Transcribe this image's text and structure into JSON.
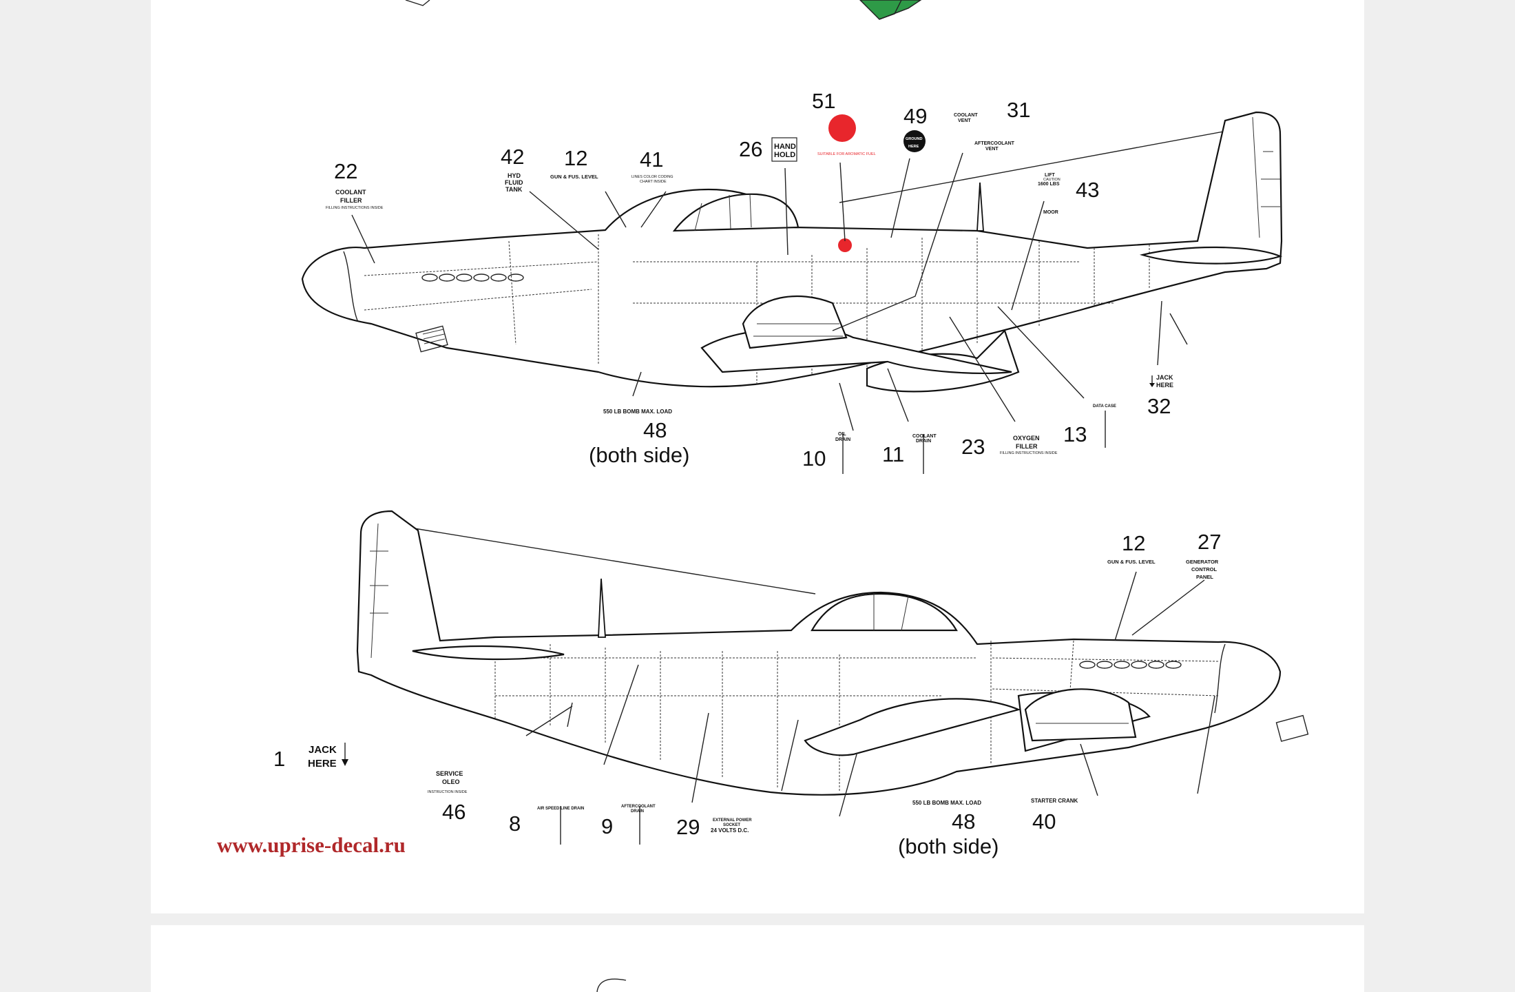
{
  "website": "www.uprise-decal.ru",
  "colors": {
    "red": "#e8262c",
    "green": "#2e9a47",
    "black": "#111111",
    "site_red": "#b0282a"
  },
  "top": {
    "callouts": {
      "c22": {
        "num": "22",
        "text1": "COOLANT",
        "text2": "FILLER",
        "note": "FILLING INSTRUCTIONS INSIDE"
      },
      "c42": {
        "num": "42",
        "text1": "HYD",
        "text2": "FLUID",
        "text3": "TANK"
      },
      "c12": {
        "num": "12",
        "text1": "GUN & FUS. LEVEL"
      },
      "c41": {
        "num": "41",
        "text1": "LINES COLOR CODING",
        "text2": "CHART INSIDE"
      },
      "c26": {
        "num": "26",
        "text1": "HAND",
        "text2": "HOLD"
      },
      "c51": {
        "num": "51",
        "note": "SUITABLE FOR AROMATIC FUEL"
      },
      "c49": {
        "num": "49",
        "text1": "GROUND",
        "text2": "HERE"
      },
      "c31": {
        "num": "31",
        "text1": "COOLANT",
        "text2": "VENT",
        "text3": "AFTERCOOLANT",
        "text4": "VENT"
      },
      "c43": {
        "num": "43",
        "text1": "LIFT",
        "note": "CAUTION",
        "text2": "1600 LBS",
        "text3": "MOOR"
      },
      "c48": {
        "num": "48",
        "text1": "550 LB BOMB MAX. LOAD",
        "text2": "(both side)"
      },
      "c10": {
        "num": "10",
        "text1": "OIL",
        "text2": "DRAIN"
      },
      "c11": {
        "num": "11",
        "text1": "COOLANT",
        "text2": "DRAIN"
      },
      "c23": {
        "num": "23",
        "text1": "OXYGEN",
        "text2": "FILLER",
        "note": "FILLING INSTRUCTIONS INSIDE"
      },
      "c13": {
        "num": "13",
        "text1": "DATA CASE"
      },
      "c32": {
        "num": "32",
        "text1": "JACK",
        "text2": "HERE"
      }
    }
  },
  "bottom": {
    "callouts": {
      "c12": {
        "num": "12",
        "text1": "GUN & FUS. LEVEL"
      },
      "c27": {
        "num": "27",
        "text1": "GENERATOR",
        "text2": "CONTROL",
        "text3": "PANEL"
      },
      "c1": {
        "num": "1",
        "text1": "JACK",
        "text2": "HERE"
      },
      "c46": {
        "num": "46",
        "text1": "SERVICE",
        "text2": "OLEO",
        "note": "INSTRUCTION INSIDE"
      },
      "c8": {
        "num": "8",
        "text1": "AIR SPEED LINE DRAIN"
      },
      "c9": {
        "num": "9",
        "text1": "AFTERCOOLANT",
        "text2": "DRAIN"
      },
      "c29": {
        "num": "29",
        "text1": "EXTERNAL POWER",
        "text2": "SOCKET",
        "text3": "24 VOLTS D.C."
      },
      "c48": {
        "num": "48",
        "text1": "550 LB BOMB MAX. LOAD",
        "text2": "(both side)"
      },
      "c40": {
        "num": "40",
        "text1": "STARTER CRANK"
      }
    }
  }
}
